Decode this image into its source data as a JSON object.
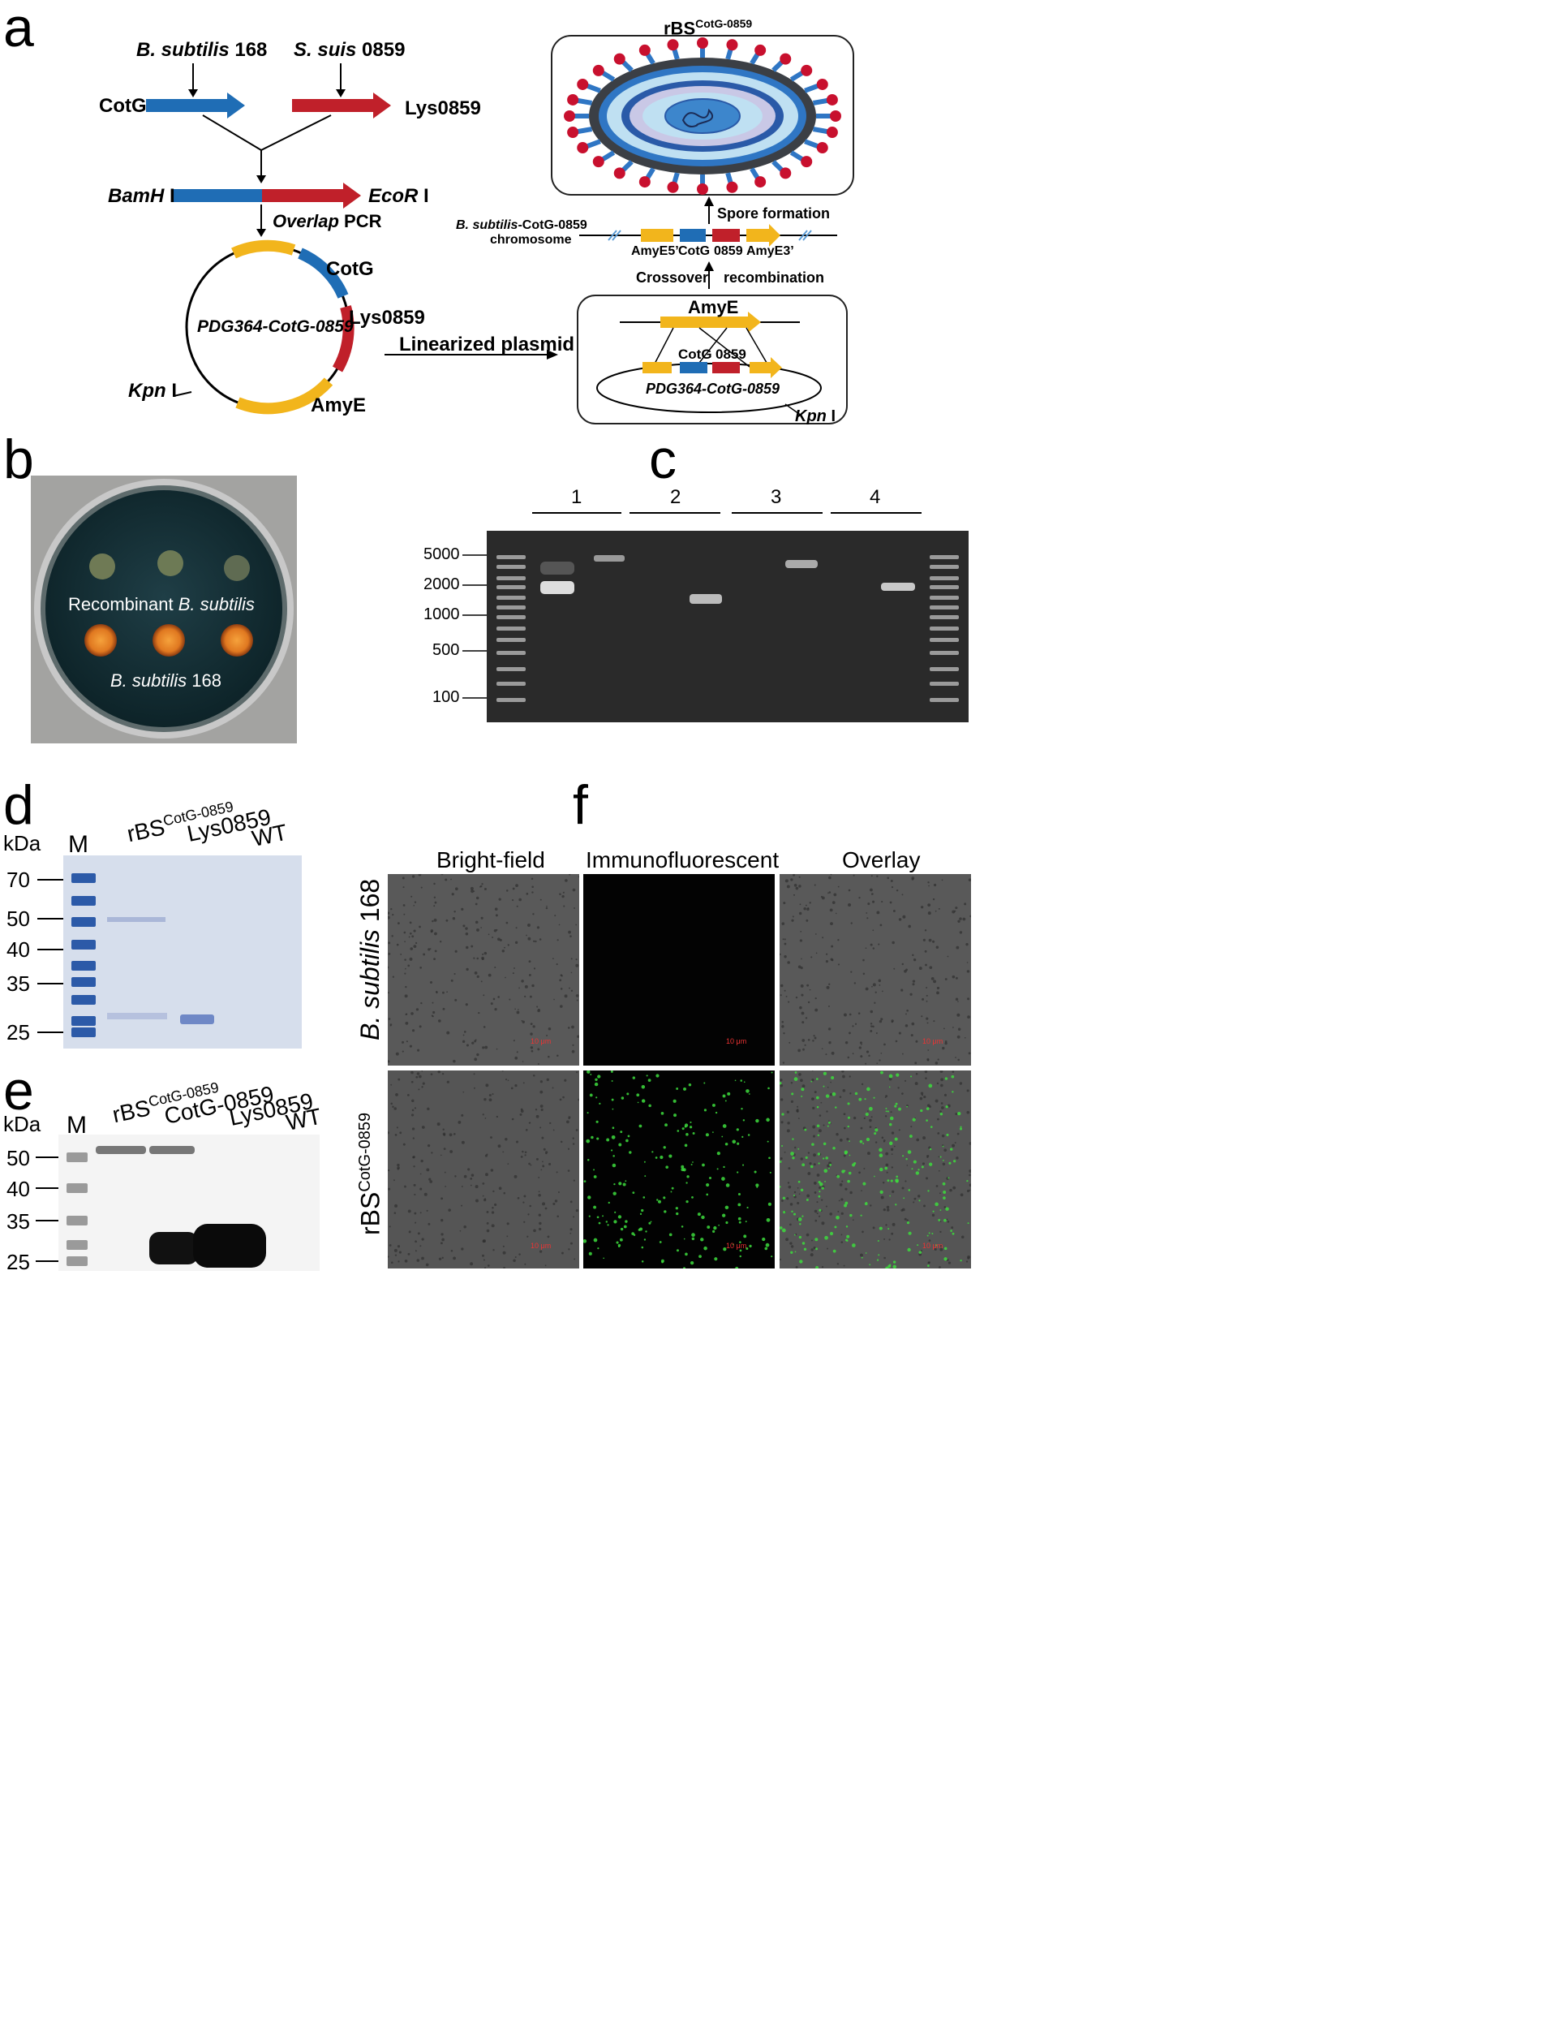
{
  "panels": {
    "a": "a",
    "b": "b",
    "c": "c",
    "d": "d",
    "e": "e",
    "f": "f"
  },
  "panel_a": {
    "source1_italic": "B. subtilis",
    "source1_rest": " 168",
    "source2_italic": "S. suis",
    "source2_rest": " 0859",
    "gene1": "CotG",
    "gene2": "Lys0859",
    "site_left_italic": "BamH",
    "site_left_rest": " I",
    "site_right_italic": "EcoR",
    "site_right_rest": " I",
    "pcr_italic": "Overlap",
    "pcr_rest": " PCR",
    "plasmid_name": "PDG364-CotG-0859",
    "plasmid_cotg": "CotG",
    "plasmid_lys": "Lys0859",
    "plasmid_amye": "AmyE",
    "kpn_italic": "Kpn",
    "kpn_rest": " I",
    "linearized": "Linearized plasmid",
    "spore_title_main": "rBS",
    "spore_title_sup": "CotG-0859",
    "chromosome_italic": "B. subtilis",
    "chromosome_rest": "-CotG-0859",
    "chromosome_line2": "chromosome",
    "chr_amye5": "AmyE5’",
    "chr_cotg": "CotG",
    "chr_0859": "0859",
    "chr_amye3": "AmyE3’",
    "spore_formation": "Spore formation",
    "crossover": "Crossover",
    "recombination": "recombination",
    "box_amye": "AmyE",
    "box_cotg": "CotG",
    "box_0859": "0859",
    "box_plasmid": "PDG364-CotG-0859",
    "box_kpn_italic": "Kpn",
    "box_kpn_rest": " I"
  },
  "panel_b": {
    "label_top_plain": "Recombinant ",
    "label_top_italic": "B. subtilis",
    "label_bottom_italic": "B. subtilis",
    "label_bottom_rest": " 168"
  },
  "panel_c": {
    "lanes": [
      "1",
      "2",
      "3",
      "4"
    ],
    "ladder": [
      "5000",
      "2000",
      "1000",
      "500",
      "100"
    ]
  },
  "panel_d": {
    "unit": "kDa",
    "marker": "M",
    "lane1_main": "rBS",
    "lane1_sup": "CotG-0859",
    "lane2": "Lys0859",
    "lane3": "WT",
    "ladder": [
      "70",
      "50",
      "40",
      "35",
      "25"
    ]
  },
  "panel_e": {
    "unit": "kDa",
    "marker": "M",
    "lane1_main": "rBS",
    "lane1_sup": "CotG-0859",
    "lane2": "CotG-0859",
    "lane3": "Lys0859",
    "lane4": "WT",
    "ladder": [
      "50",
      "40",
      "35",
      "25"
    ]
  },
  "panel_f": {
    "col1": "Bright-field",
    "col2": "Immunofluorescent",
    "col3": "Overlay",
    "row1_italic": "B. subtilis",
    "row1_rest": " 168",
    "row2_main": "rBS",
    "row2_sup": "CotG-0859",
    "scale": "10 μm"
  },
  "colors": {
    "blue": "#1f6db5",
    "red": "#c0202a",
    "yellow": "#f2b51c",
    "spore_outer": "#3b3f45",
    "spore_light": "#bfe0f2",
    "green_fluor": "#3ddc3d"
  }
}
